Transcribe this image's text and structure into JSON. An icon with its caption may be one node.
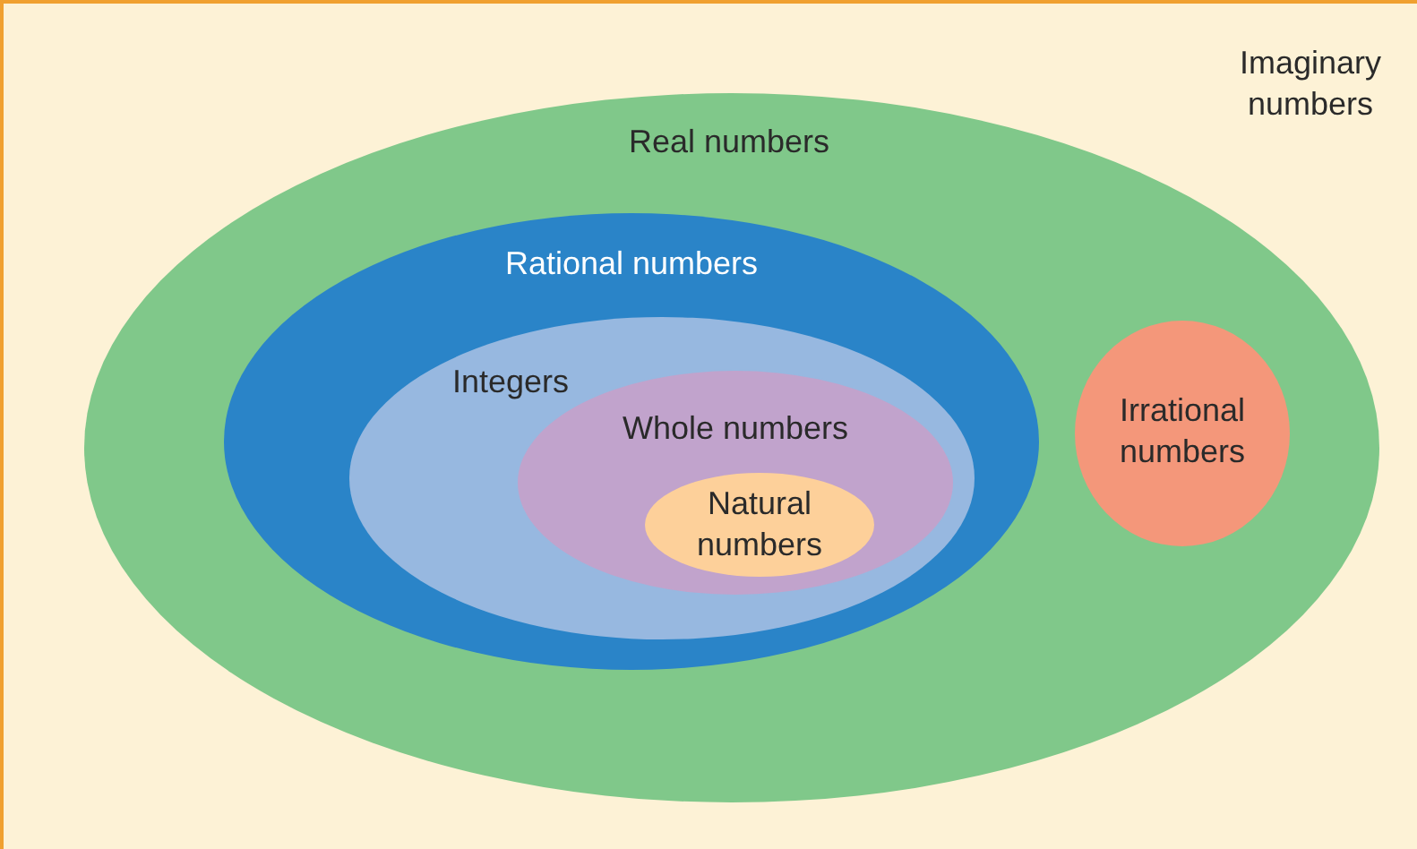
{
  "diagram": {
    "nodes": [
      {
        "text": [
          "Imaginary numbers"
        ]
      },
      {
        "text": [
          "Real numbers"
        ],
        "in": 0
      },
      {
        "text": [
          "Rational numbers"
        ],
        "in": 1
      },
      {
        "text": [
          "Irrational numbers"
        ],
        "in": 1
      },
      {
        "text": [
          "Integers"
        ],
        "in": 2
      },
      {
        "text": [
          "Whole numbers"
        ],
        "in": 4
      },
      {
        "text": [
          "Natural numbers"
        ],
        "in": 5
      }
    ]
  }
}
